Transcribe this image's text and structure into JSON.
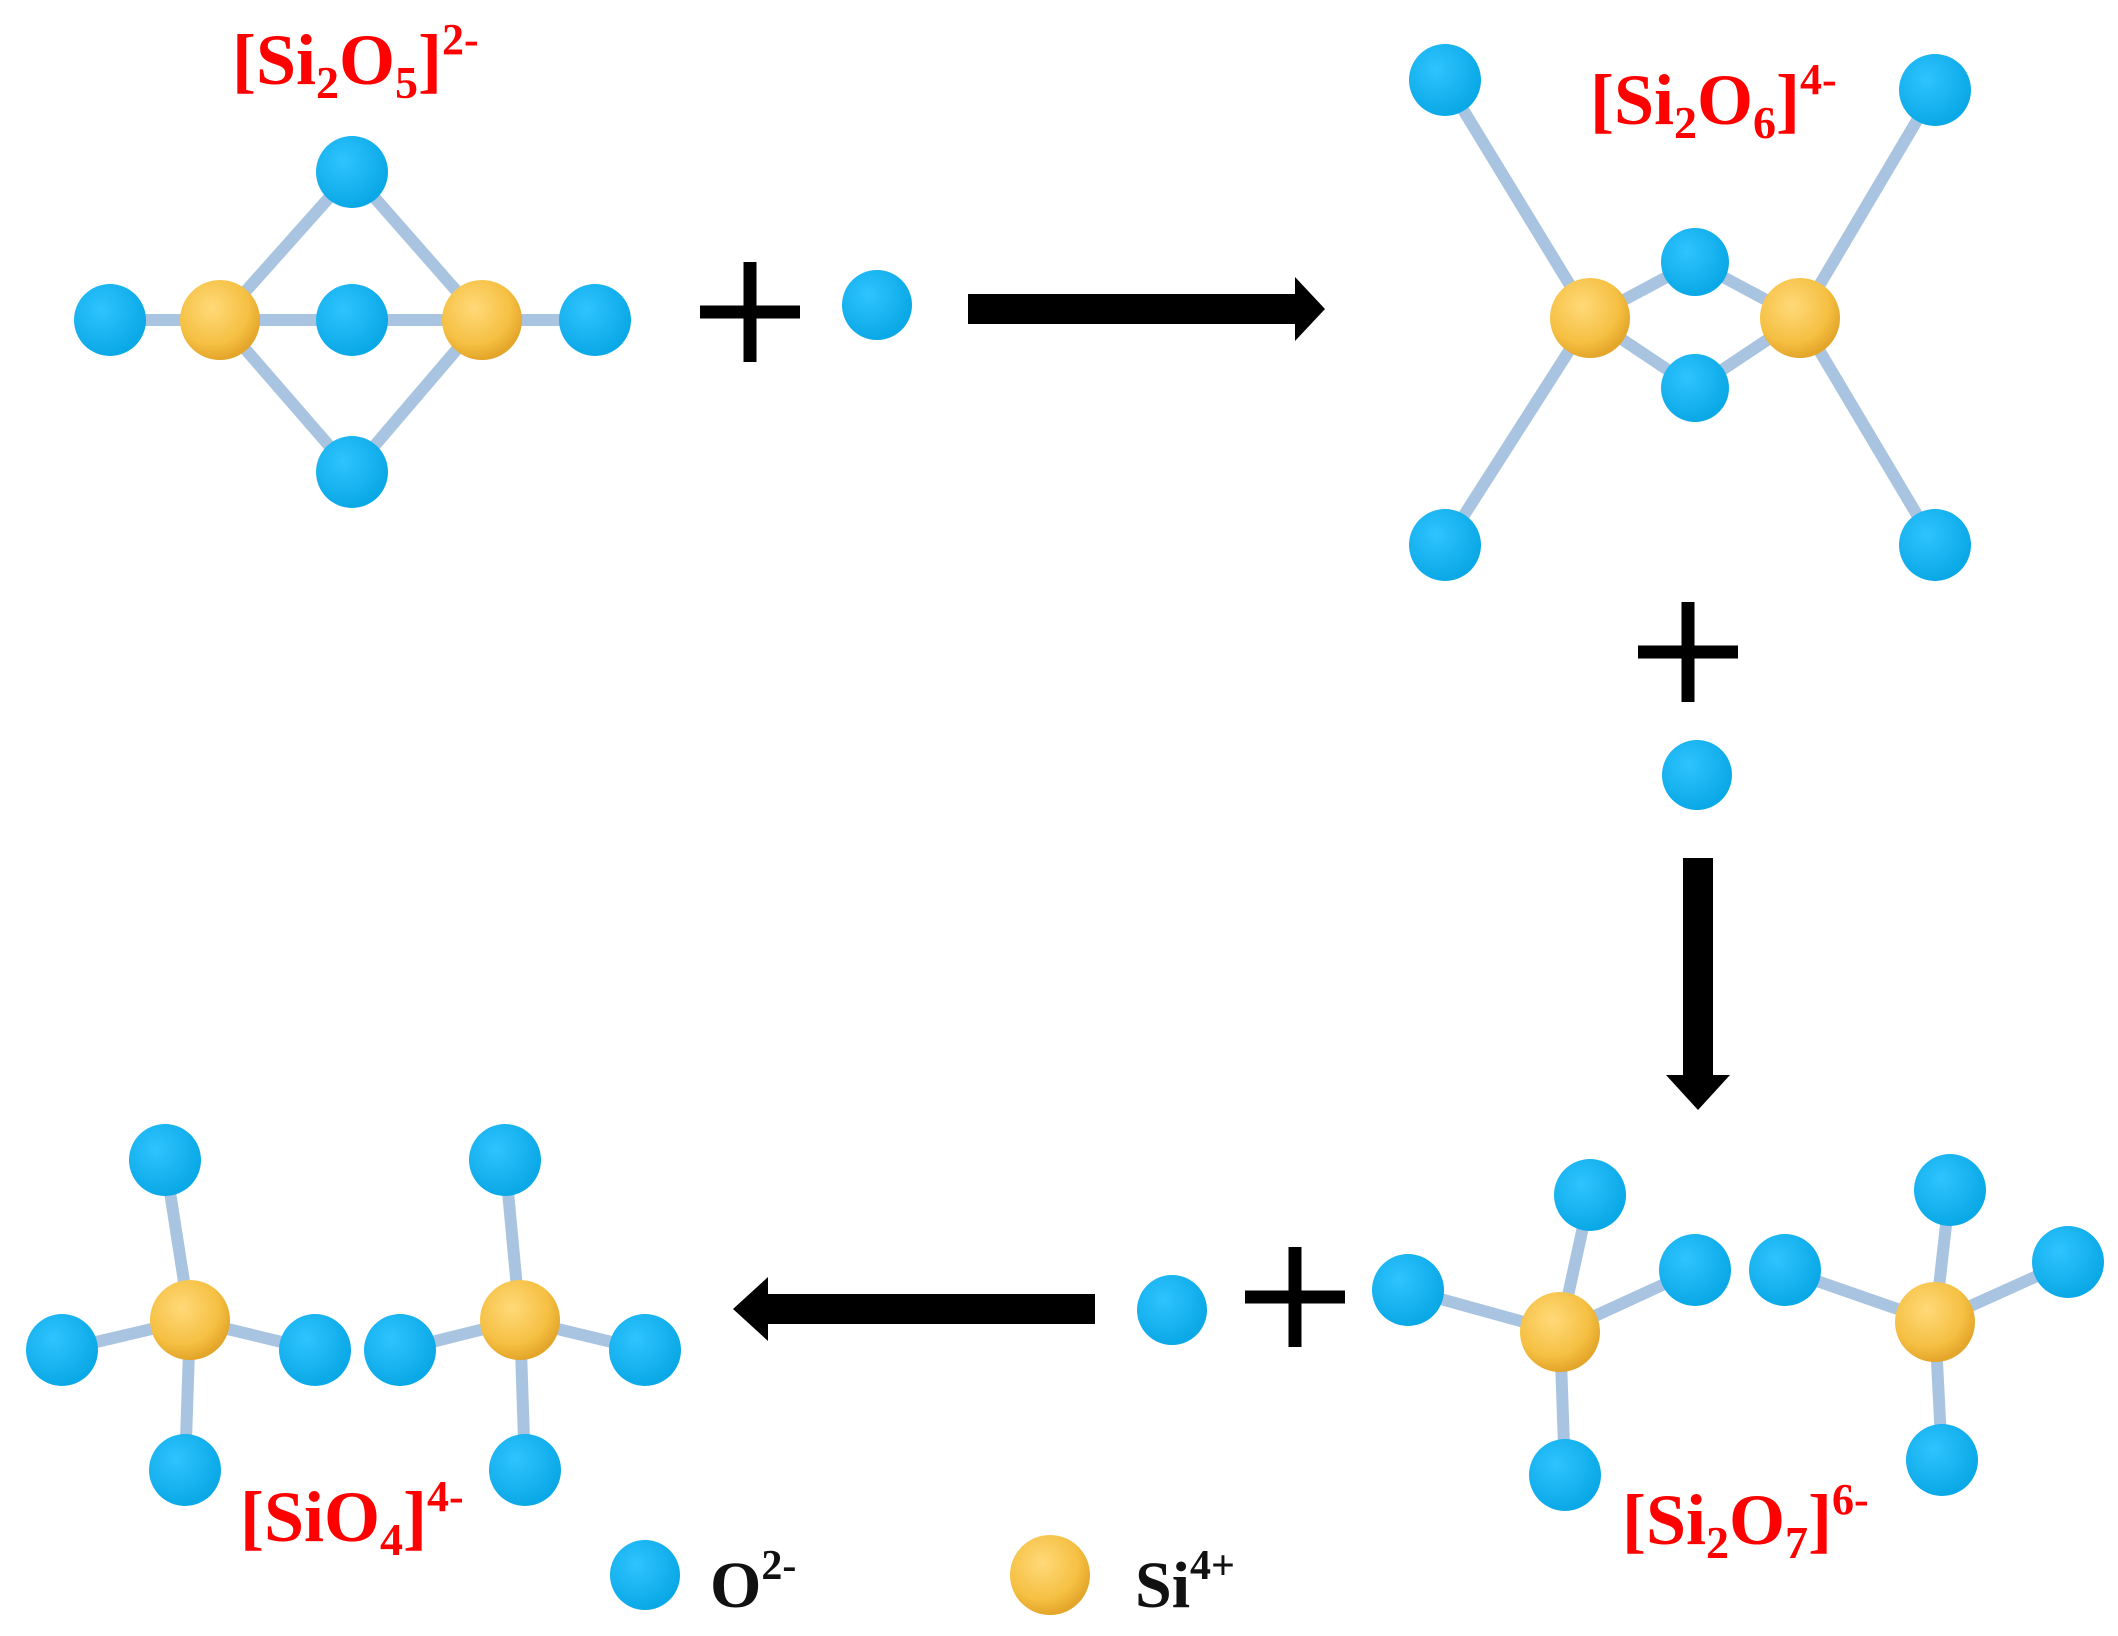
{
  "colors": {
    "oxygen": "#0db0ee",
    "silicon": "#f5c043",
    "bond": "#a9c4e0",
    "label": "#ff0000",
    "arrow": "#000000"
  },
  "species": {
    "si2o5": {
      "base": "[Si",
      "sub1": "2",
      "mid": "O",
      "sub2": "5",
      "close": "]",
      "charge": "2-"
    },
    "si2o6": {
      "base": "[Si",
      "sub1": "2",
      "mid": "O",
      "sub2": "6",
      "close": "]",
      "charge": "4-"
    },
    "si2o7": {
      "base": "[Si",
      "sub1": "2",
      "mid": "O",
      "sub2": "7",
      "close": "]",
      "charge": "6-"
    },
    "sio4": {
      "base": "[SiO",
      "sub": "4",
      "close": "]",
      "charge": "4-"
    }
  },
  "legend": {
    "oxygen": {
      "symbol": "O",
      "charge": "2-"
    },
    "silicon": {
      "symbol": "Si",
      "charge": "4+"
    }
  }
}
